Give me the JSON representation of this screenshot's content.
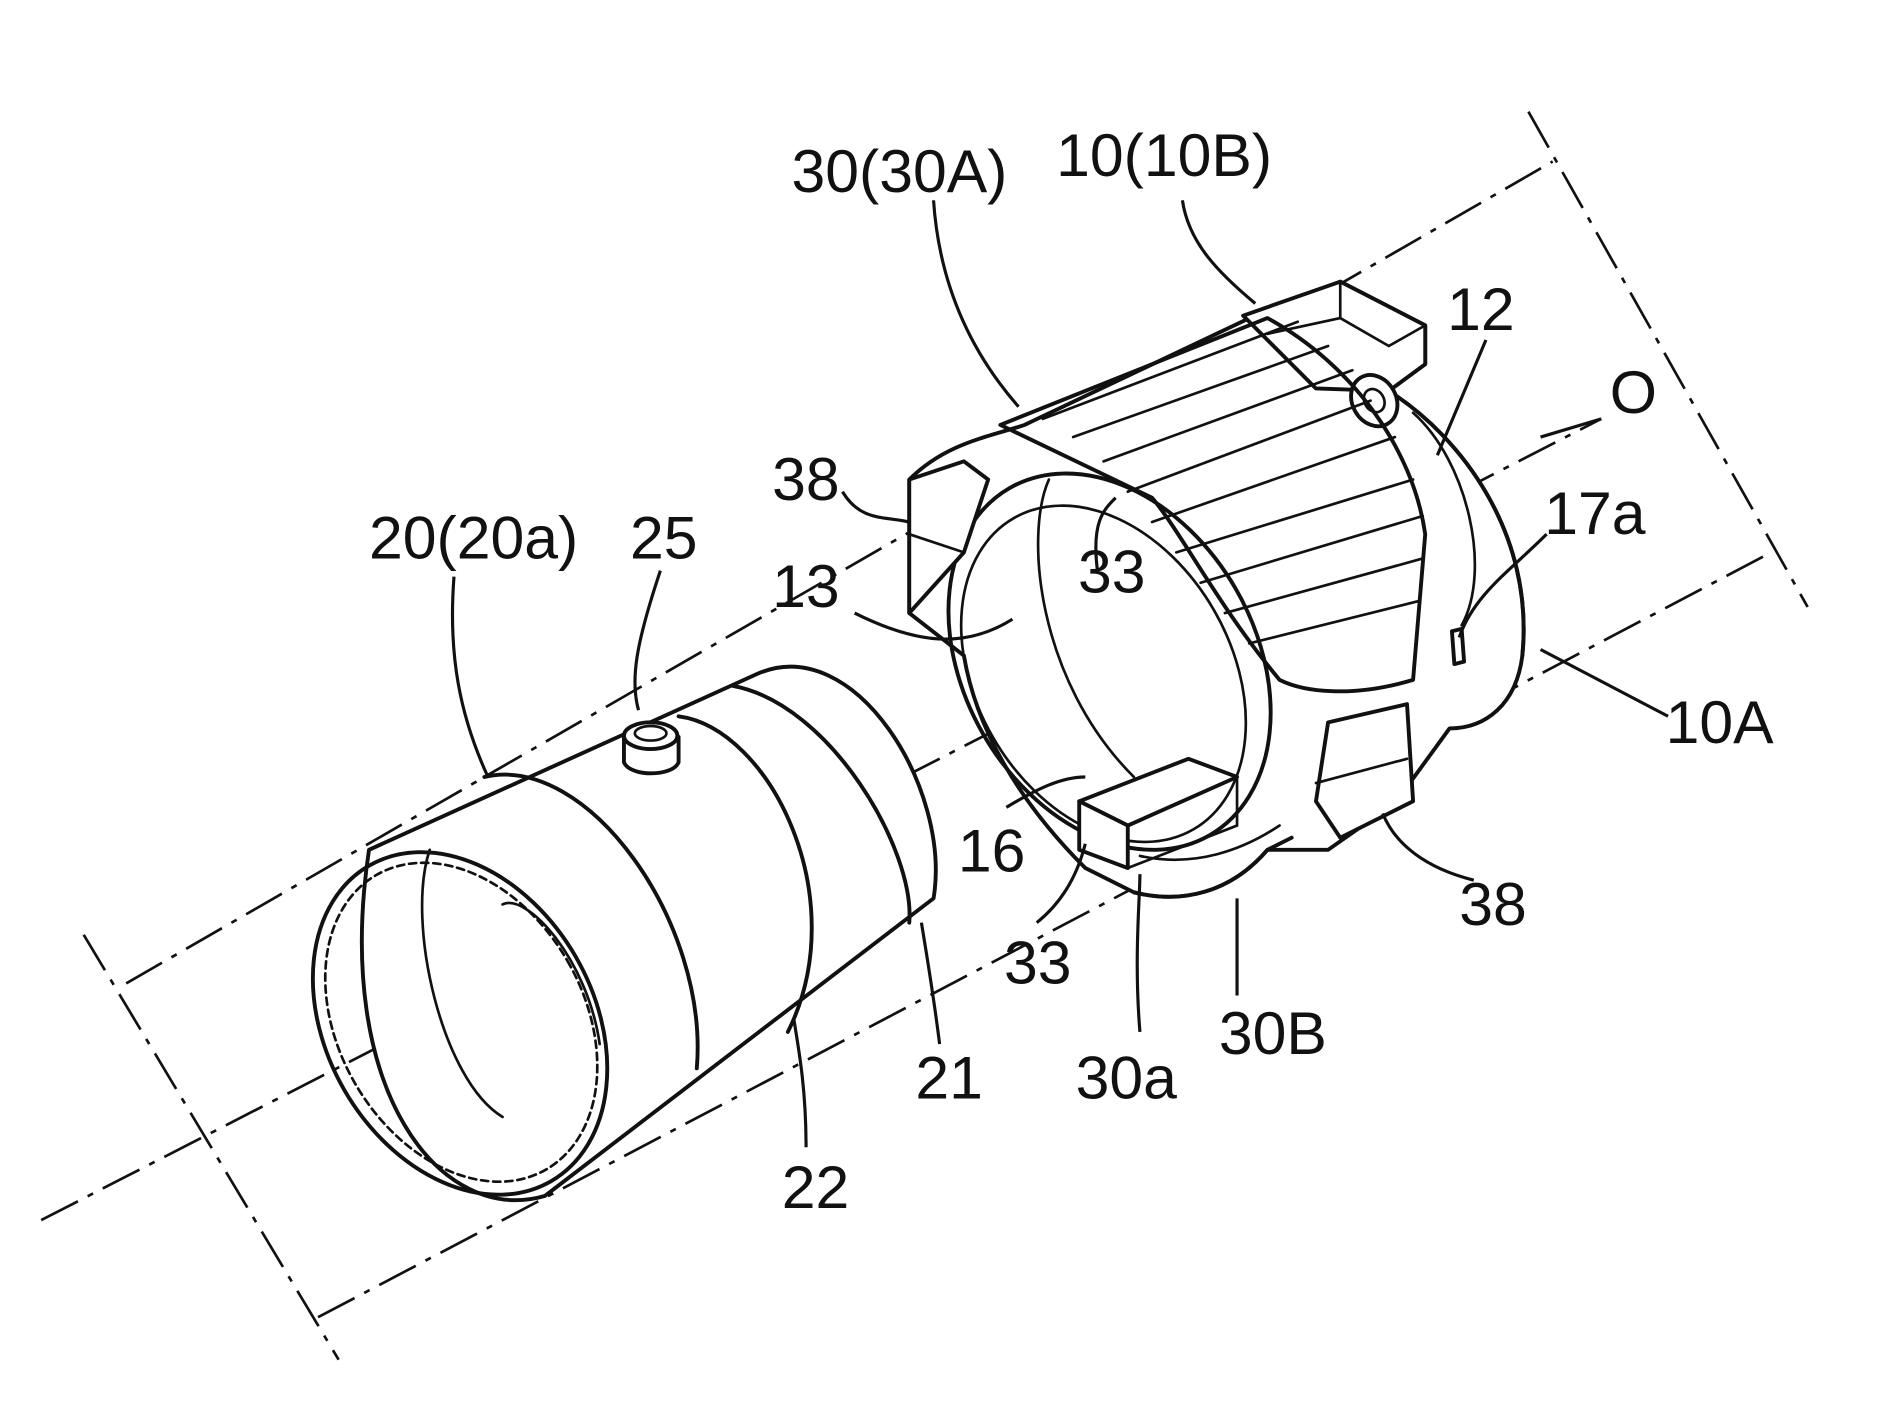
{
  "labels": {
    "l_30_30A": "30(30A)",
    "l_10_10B": "10(10B)",
    "l_12": "12",
    "l_O": "O",
    "l_38_top": "38",
    "l_17a": "17a",
    "l_20_20a": "20(20a)",
    "l_25": "25",
    "l_13": "13",
    "l_33_top": "33",
    "l_10A": "10A",
    "l_16": "16",
    "l_33_bottom": "33",
    "l_38_bottom": "38",
    "l_30B": "30B",
    "l_30a": "30a",
    "l_21": "21",
    "l_22": "22"
  }
}
